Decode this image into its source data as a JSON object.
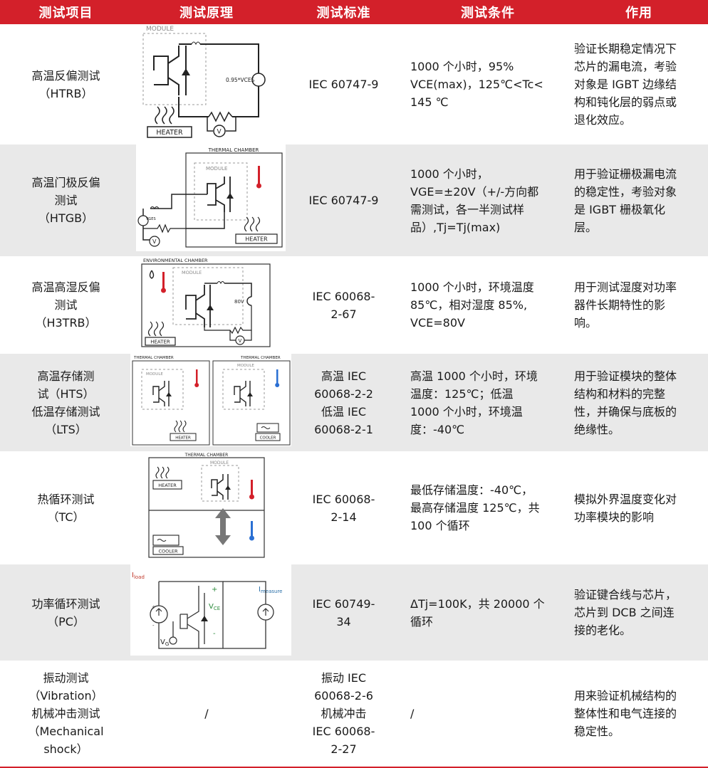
{
  "headers": [
    "测试项目",
    "测试原理",
    "测试标准",
    "测试条件",
    "作用"
  ],
  "rows": [
    {
      "item": [
        "高温反偏测试",
        "（HTRB）"
      ],
      "standard": [
        "IEC 60747-9"
      ],
      "condition": [
        "1000 个小时，95%",
        "VCE(max)，125℃<Tc<",
        "145 ℃"
      ],
      "effect": [
        "验证长期稳定情况下",
        "芯片的漏电流，考验",
        "对象是 IGBT 边缘结",
        "构和钝化层的弱点或",
        "退化效应。"
      ],
      "diagram": {
        "module": "MODULE",
        "heater": "HEATER",
        "source": "0.95*VCES",
        "meter": "V"
      }
    },
    {
      "item": [
        "高温门极反偏",
        "测试",
        "（HTGB）"
      ],
      "standard": [
        "IEC 60747-9"
      ],
      "condition": [
        "1000 个小时，",
        "VGE=±20V（+/-方向都",
        "需测试，各一半测试样",
        "品）,Tj=Tj(max)"
      ],
      "effect": [
        "用于验证栅极漏电流",
        "的稳定性，考验对象",
        "是 IGBT 栅极氧化",
        "层。"
      ],
      "diagram": {
        "chamber": "THERMAL CHAMBER",
        "module": "MODULE",
        "heater": "HEATER",
        "source": "VGES",
        "meter": "V"
      }
    },
    {
      "item": [
        "高温高湿反偏",
        "测试",
        "（H3TRB）"
      ],
      "standard": [
        "IEC 60068-",
        "2-67"
      ],
      "condition": [
        "1000 个小时，环境温度",
        "85℃，相对湿度 85%,",
        "VCE=80V"
      ],
      "effect": [
        "用于测试湿度对功率",
        "器件长期特性的影",
        "响。"
      ],
      "diagram": {
        "chamber": "ENVIRONMENTAL CHAMBER",
        "module": "MODULE",
        "heater": "HEATER",
        "source": "80V",
        "meter": "V"
      }
    },
    {
      "item": [
        "高温存储测",
        "试（HTS）",
        "低温存储测试",
        "（LTS）"
      ],
      "standard": [
        "高温 IEC",
        "60068-2-2",
        "低温 IEC",
        "60068-2-1"
      ],
      "condition": [
        "高温 1000 个小时，环境",
        "温度：125℃；低温",
        "1000 个小时，环境温",
        "度：-40℃"
      ],
      "effect": [
        "用于验证模块的整体",
        "结构和材料的完整",
        "性，并确保与底板的",
        "绝缘性。"
      ],
      "diagram": {
        "chamber": "THERMAL CHAMBER",
        "module": "MODULE",
        "heater": "HEATER",
        "cooler": "COOLER"
      }
    },
    {
      "item": [
        "热循环测试",
        "（TC）"
      ],
      "standard": [
        "IEC 60068-",
        "2-14"
      ],
      "condition": [
        "最低存储温度：-40℃，",
        "最高存储温度 125℃，共",
        "100 个循环"
      ],
      "effect": [
        "模拟外界温度变化对",
        "功率模块的影响"
      ],
      "diagram": {
        "chamber": "THERMAL CHAMBER",
        "module": "MODULE",
        "heater": "HEATER",
        "cooler": "COOLER"
      }
    },
    {
      "item": [
        "功率循环测试",
        "（PC）"
      ],
      "standard": [
        "IEC 60749-",
        "34"
      ],
      "condition": [
        "ΔTj=100K，共 20000 个",
        "循环"
      ],
      "effect": [
        "验证键合线与芯片，",
        "芯片到 DCB 之间连",
        "接的老化。"
      ],
      "diagram": {
        "iload": "I",
        "iload_sub": "load",
        "imeasure": "I",
        "imeasure_sub": "measure",
        "vce": "V",
        "vce_sub": "CE",
        "vg": "V",
        "vg_sub": "G",
        "plus": "+",
        "minus": "-"
      }
    },
    {
      "item": [
        "振动测试",
        "（Vibration）",
        "机械冲击测试",
        "（Mechanical",
        "shock）"
      ],
      "principle": "/",
      "standard": [
        "振动 IEC",
        "60068-2-6",
        "机械冲击",
        "IEC 60068-",
        "2-27"
      ],
      "condition": [
        "/"
      ],
      "effect": [
        "用来验证机械结构的",
        "整体性和电气连接的",
        "稳定性。"
      ]
    }
  ],
  "colors": {
    "header": "#d3202a",
    "alt_row": "#e9e9e9",
    "thermometer_hot": "#d3202a",
    "thermometer_cold": "#2a6fd3"
  }
}
